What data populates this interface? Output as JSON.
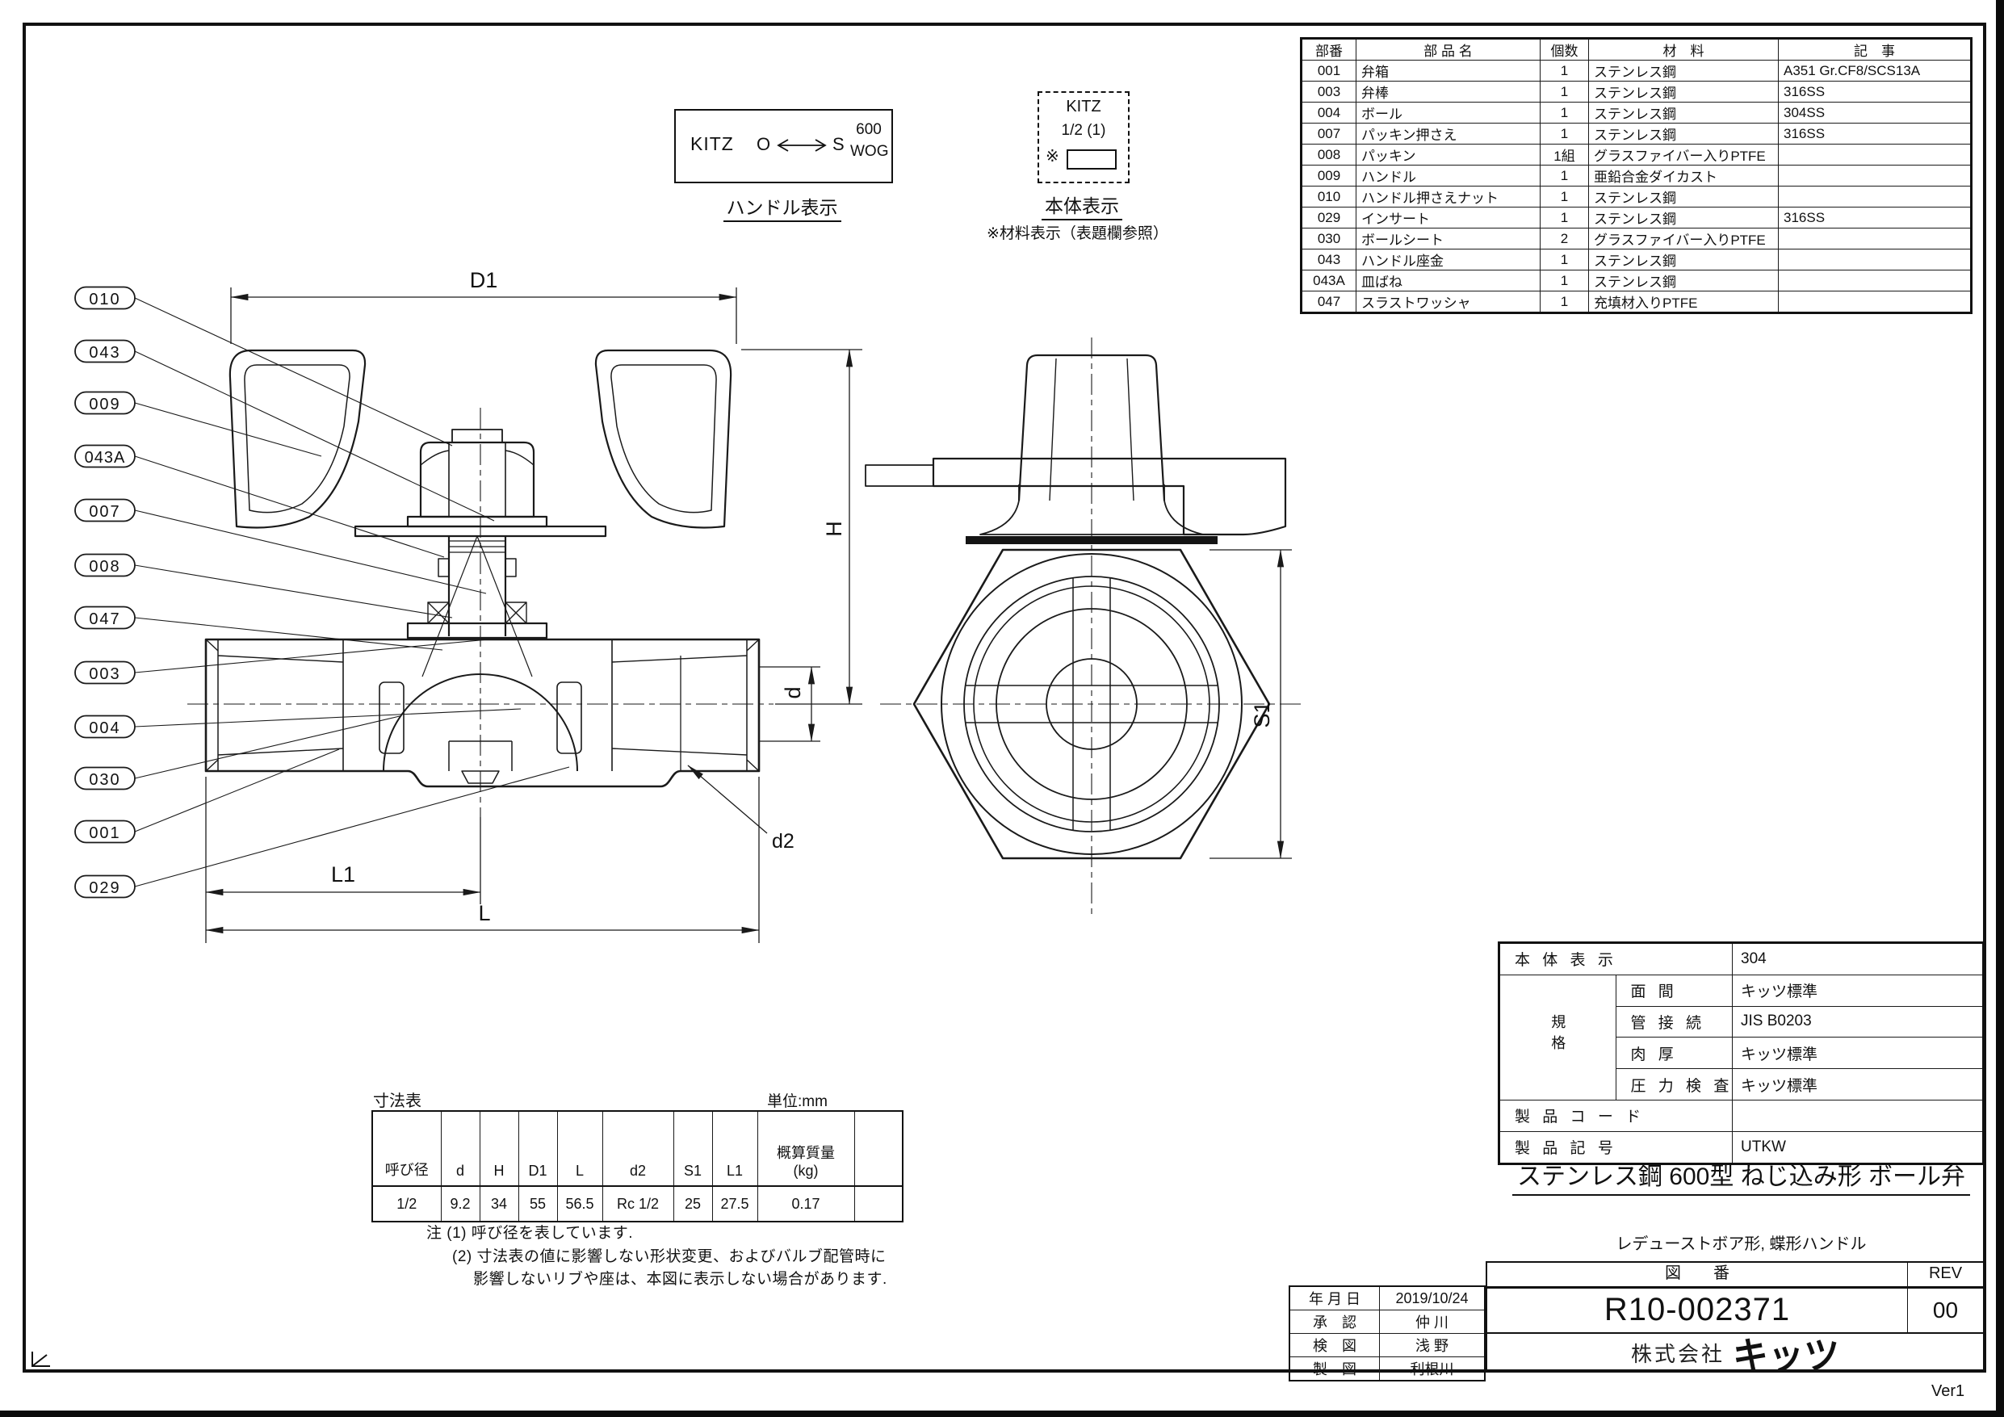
{
  "meta": {
    "version": "Ver1"
  },
  "handle_box": {
    "brand": "KITZ",
    "open_mark": "O",
    "shut_mark": "S",
    "rating_line1": "600",
    "rating_line2": "WOG",
    "caption": "ハンドル表示"
  },
  "body_box": {
    "brand": "KITZ",
    "size": "1/2 (1)",
    "asterisk": "※",
    "caption": "本体表示",
    "material_note": "※材料表示（表題欄参照）"
  },
  "parts_table": {
    "headers": {
      "no": "部番",
      "name": "部 品 名",
      "qty": "個数",
      "material": "材　料",
      "remarks": "記　事"
    },
    "rows": [
      {
        "no": "001",
        "name": "弁箱",
        "qty": "1",
        "material": "ステンレス鋼",
        "remarks": "A351 Gr.CF8/SCS13A"
      },
      {
        "no": "003",
        "name": "弁棒",
        "qty": "1",
        "material": "ステンレス鋼",
        "remarks": "316SS"
      },
      {
        "no": "004",
        "name": "ボール",
        "qty": "1",
        "material": "ステンレス鋼",
        "remarks": "304SS"
      },
      {
        "no": "007",
        "name": "パッキン押さえ",
        "qty": "1",
        "material": "ステンレス鋼",
        "remarks": "316SS"
      },
      {
        "no": "008",
        "name": "パッキン",
        "qty": "1組",
        "material": "グラスファイバー入りPTFE",
        "remarks": ""
      },
      {
        "no": "009",
        "name": "ハンドル",
        "qty": "1",
        "material": "亜鉛合金ダイカスト",
        "remarks": ""
      },
      {
        "no": "010",
        "name": "ハンドル押さえナット",
        "qty": "1",
        "material": "ステンレス鋼",
        "remarks": ""
      },
      {
        "no": "029",
        "name": "インサート",
        "qty": "1",
        "material": "ステンレス鋼",
        "remarks": "316SS"
      },
      {
        "no": "030",
        "name": "ボールシート",
        "qty": "2",
        "material": "グラスファイバー入りPTFE",
        "remarks": ""
      },
      {
        "no": "043",
        "name": "ハンドル座金",
        "qty": "1",
        "material": "ステンレス鋼",
        "remarks": ""
      },
      {
        "no": "043A",
        "name": "皿ばね",
        "qty": "1",
        "material": "ステンレス鋼",
        "remarks": ""
      },
      {
        "no": "047",
        "name": "スラストワッシャ",
        "qty": "1",
        "material": "充填材入りPTFE",
        "remarks": ""
      }
    ]
  },
  "dimension_table": {
    "title": "寸法表",
    "unit": "単位:mm",
    "headers": [
      "呼び径",
      "d",
      "H",
      "D1",
      "L",
      "d2",
      "S1",
      "L1"
    ],
    "mass_header_1": "概算質量",
    "mass_header_2": "(kg)",
    "values": [
      "1/2",
      "9.2",
      "34",
      "55",
      "56.5",
      "Rc 1/2",
      "25",
      "27.5",
      "0.17",
      ""
    ]
  },
  "notes": {
    "n1": "注 (1) 呼び径を表しています.",
    "n2": "(2) 寸法表の値に影響しない形状変更、およびバルブ配管時に",
    "n3": "影響しないリブや座は、本図に表示しない場合があります."
  },
  "title_block": {
    "spec_group_label": "規格",
    "spec_rows": [
      {
        "label": "本 体 表 示",
        "value": "304"
      },
      {
        "label": "面 間",
        "value": "キッツ標準"
      },
      {
        "label": "管 接 続",
        "value": "JIS B0203"
      },
      {
        "label": "肉 厚",
        "value": "キッツ標準"
      },
      {
        "label": "圧 力 検 査",
        "value": "キッツ標準"
      },
      {
        "label": "製 品 コ ー ド",
        "value": ""
      },
      {
        "label": "製 品 記 号",
        "value": "UTKW"
      }
    ],
    "title": "ステンレス鋼 600型 ねじ込み形 ボール弁",
    "subtitle": "レデューストボア形, 蝶形ハンドル",
    "drawing_no_header": "図　　番",
    "rev_header": "REV",
    "drawing_no": "R10-002371",
    "rev": "00",
    "company_prefix": "株式会社",
    "company_logo": "キッツ"
  },
  "approval": {
    "rows": [
      {
        "label": "年 月 日",
        "value": "2019/10/24"
      },
      {
        "label": "承　認",
        "value": "仲 川"
      },
      {
        "label": "検　図",
        "value": "浅 野"
      },
      {
        "label": "製　図",
        "value": "利根川"
      }
    ]
  },
  "drawing": {
    "dims": {
      "D1": "D1",
      "H": "H",
      "d": "d",
      "L1": "L1",
      "L": "L",
      "d2": "d2",
      "S1": "S1"
    },
    "balloons": [
      "010",
      "043",
      "009",
      "043A",
      "007",
      "008",
      "047",
      "003",
      "004",
      "030",
      "001",
      "029"
    ]
  }
}
